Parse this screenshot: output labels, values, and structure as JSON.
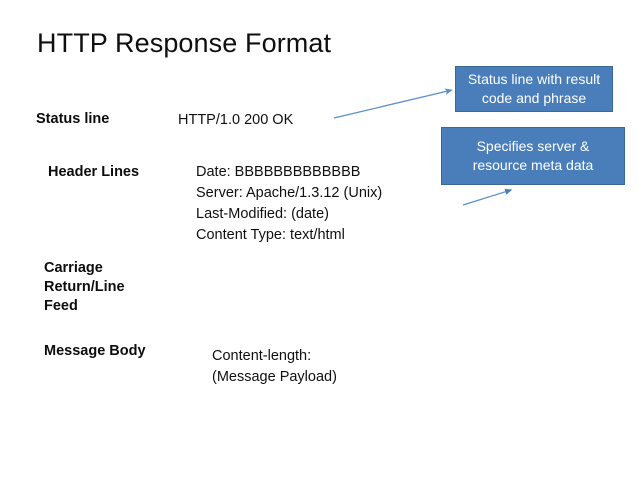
{
  "slide": {
    "title": "HTTP Response Format",
    "background_color": "#ffffff",
    "text_color": "#111111"
  },
  "labels": {
    "status_line": "Status line",
    "header_lines": "Header Lines",
    "carriage_return_line_feed": {
      "line1": "Carriage",
      "line2": "Return/Line",
      "line3": "Feed"
    },
    "message_body": "Message Body"
  },
  "content": {
    "status_line": "HTTP/1.0  200 OK",
    "headers": [
      "Date: BBBBBBBBBBBBB",
      "Server: Apache/1.3.12 (Unix)",
      "Last-Modified:  (date)",
      "Content Type: text/html"
    ],
    "body": [
      "Content-length:",
      "(Message Payload)"
    ]
  },
  "callouts": [
    {
      "name": "status-line-callout",
      "line1": "Status line with result",
      "line2": "code and phrase",
      "fill_color": "#4a7ebb",
      "border_color": "#3c6898",
      "text_color": "#ffffff"
    },
    {
      "name": "meta-data-callout",
      "line1": "Specifies server &",
      "line2": "resource meta data",
      "fill_color": "#4a7ebb",
      "border_color": "#3c6898",
      "text_color": "#ffffff"
    }
  ],
  "connectors": {
    "arrow_color": "#5b8fc9",
    "arrows": [
      {
        "name": "status-line-arrow",
        "from": "status-line-text",
        "to": "status-line-callout"
      },
      {
        "name": "meta-data-arrow",
        "from": "header-lines-text",
        "to": "meta-data-callout"
      }
    ]
  }
}
